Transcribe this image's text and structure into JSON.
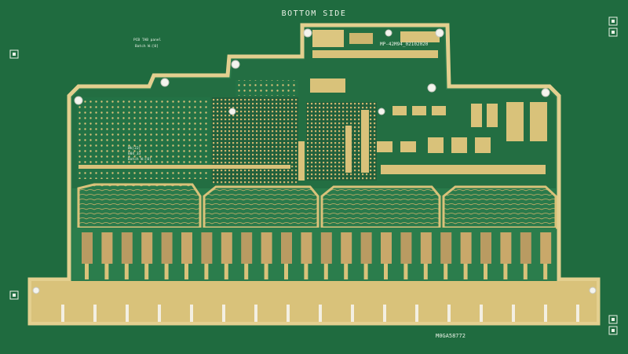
{
  "board": {
    "header_label": "BOTTOM SIDE",
    "part_number": "MP-42M94_02102020",
    "panel_text_line1": "PCB TAB panel",
    "panel_text_line2": "Batch W:[0]",
    "mid_text_line1": "Wk|22|",
    "mid_text_line2": "004_33",
    "mid_text_line3": "Batch W:[0]",
    "serial": "M0GA58772"
  },
  "colors": {
    "soldermask": "#1f6b3f",
    "soldermask_dark": "#185734",
    "copper_gold": "#d9c27a",
    "copper_light": "#e8d597",
    "silkscreen": "#e9f2e6"
  }
}
